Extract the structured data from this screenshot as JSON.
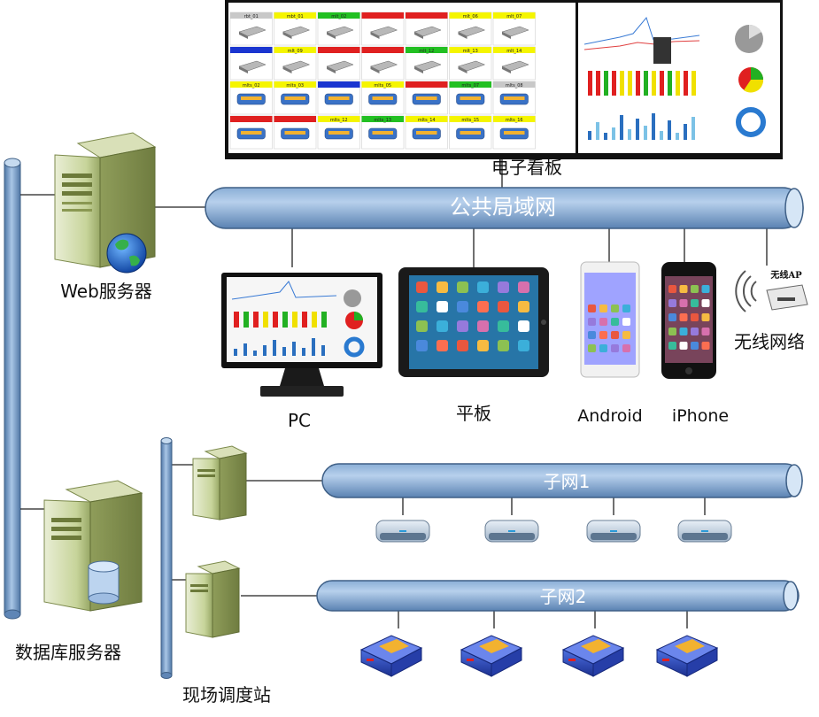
{
  "labels": {
    "board": "电子看板",
    "lan": "公共局域网",
    "web_server": "Web服务器",
    "pc": "PC",
    "tablet": "平板",
    "android": "Android",
    "iphone": "iPhone",
    "wireless": "无线网络",
    "wireless_ap": "无线AP",
    "subnet1": "子网1",
    "subnet2": "子网2",
    "db_server": "数据库服务器",
    "dispatch": "现场调度站"
  },
  "board": {
    "tile_labels": [
      [
        "rbt_01",
        "mbt_01",
        "mlt_02",
        "",
        "",
        "mlt_06",
        "mlt_07"
      ],
      [
        "",
        "mlt_09",
        "",
        "",
        "mlt_12",
        "mlt_13",
        "mlt_14"
      ],
      [
        "mlts_02",
        "mlts_03",
        "",
        "mlts_05",
        "",
        "mlts_07",
        "mlts_08"
      ],
      [
        "",
        "",
        "mlts_12",
        "mlts_13",
        "mlts_14",
        "mlts_15",
        "mlts_16"
      ]
    ],
    "tile_colors": [
      [
        "#c8c8c8",
        "#f5f500",
        "#22c022",
        "#e02020",
        "#e02020",
        "#f5f500",
        "#f5f500"
      ],
      [
        "#1a35d0",
        "#f5f500",
        "#e02020",
        "#e02020",
        "#22c022",
        "#f5f500",
        "#f5f500"
      ],
      [
        "#f5f500",
        "#f5f500",
        "#1a35d0",
        "#f5f500",
        "#e02020",
        "#22c022",
        "#c8c8c8"
      ],
      [
        "#e02020",
        "#e02020",
        "#f5f500",
        "#22c022",
        "#f5f500",
        "#f5f500",
        "#f5f500"
      ]
    ]
  },
  "colors": {
    "pipe": "#8fb2d8",
    "pipe_dark": "#4a6f99",
    "screen_frame": "#111111"
  }
}
